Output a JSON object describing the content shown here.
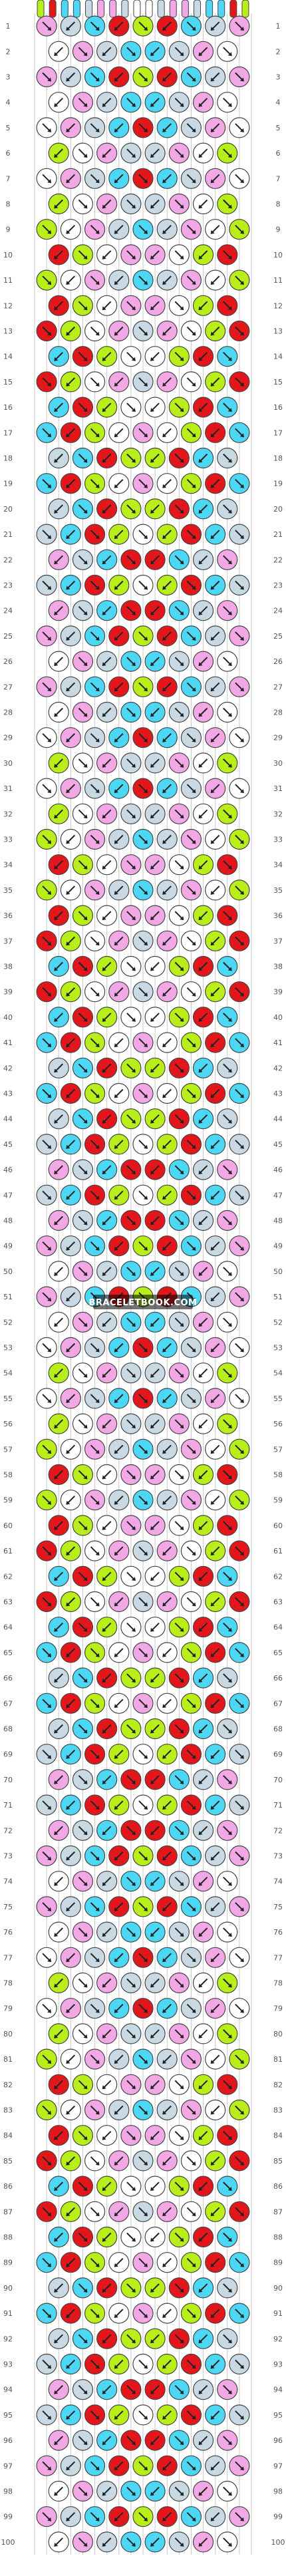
{
  "watermark": "BRACELETBOOK.COM",
  "row_count": 100,
  "strand_count": 18,
  "colors": {
    "red": "#e3161c",
    "pink": "#f3a8e6",
    "lime": "#b8ee1a",
    "cyan": "#4cd8f4",
    "gray": "#c9d9e4",
    "white": "#ffffff",
    "border": "#444444",
    "guide": "#c9c9c9"
  },
  "palette_order": [
    "lime",
    "red",
    "cyan",
    "gray",
    "pink",
    "white"
  ],
  "top_strands": [
    "lime",
    "red",
    "cyan",
    "cyan",
    "gray",
    "pink",
    "pink",
    "gray",
    "white",
    "white",
    "gray",
    "pink",
    "pink",
    "gray",
    "cyan",
    "cyan",
    "red",
    "lime"
  ],
  "knot_arrows": "diagonal"
}
